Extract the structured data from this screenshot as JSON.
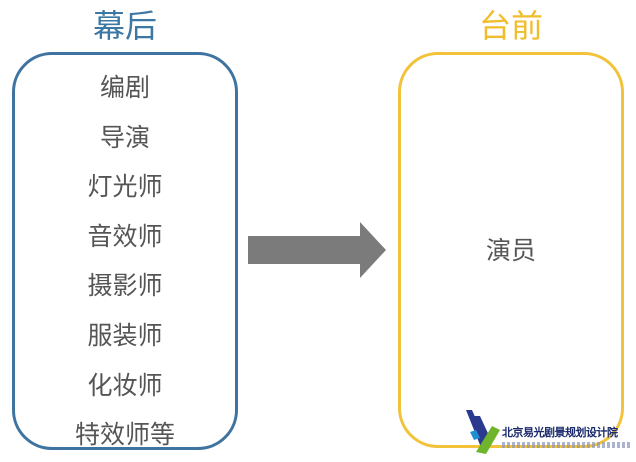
{
  "left_panel": {
    "title": "幕后",
    "items": [
      "编剧",
      "导演",
      "灯光师",
      "音效师",
      "摄影师",
      "服装师",
      "化妆师",
      "特效师等"
    ]
  },
  "right_panel": {
    "title": "台前",
    "items": [
      "演员"
    ]
  },
  "logo": {
    "name": "北京易光剧景规划设计院"
  },
  "colors": {
    "left_accent": "#3d77a3",
    "right_accent": "#f1bd2b",
    "arrow": "#7b7b7b",
    "text": "#555555"
  }
}
